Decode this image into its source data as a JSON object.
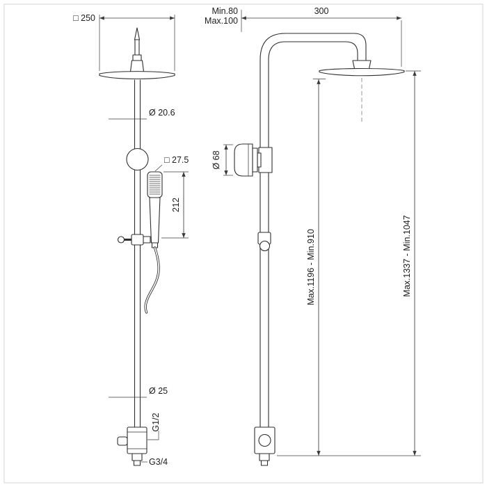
{
  "colors": {
    "ink": "#2e2e2e",
    "background": "#ffffff"
  },
  "labels": {
    "head_width": "□ 250",
    "wall_distance_min": "Min.80",
    "wall_distance_max": "Max.100",
    "arm_reach": "300",
    "riser_diameter": "Ø 20.6",
    "handshower_width": "□ 27.5",
    "handshower_length": "212",
    "knob_diameter": "Ø 68",
    "adjustable_height": "Max.1196 - Min.910",
    "overall_height": "Max.1337 - Min.1047",
    "base_diameter": "Ø 25",
    "inlet_thread": "G1/2",
    "outlet_thread": "G3/4"
  }
}
